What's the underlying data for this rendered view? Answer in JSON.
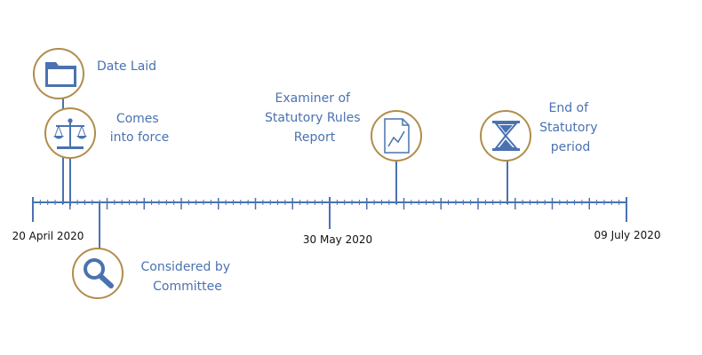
{
  "colors": {
    "axis": "#4a72b0",
    "label": "#4a72b0",
    "circle_border": "#b08d4a",
    "date_text": "#111111"
  },
  "axis": {
    "start_label": "20 April 2020",
    "mid_label": "30 May 2020",
    "end_label": "09 July 2020"
  },
  "events": {
    "date_laid": {
      "label": "Date Laid",
      "icon": "folder-icon"
    },
    "comes_into_force": {
      "label_lines": [
        "Comes",
        "into force"
      ],
      "icon": "scales-icon"
    },
    "considered": {
      "label_lines": [
        "Considered by",
        "Committee"
      ],
      "icon": "magnifier-icon"
    },
    "examiner": {
      "label_lines": [
        "Examiner of",
        "Statutory Rules",
        "Report"
      ],
      "icon": "report-icon"
    },
    "end_period": {
      "label_lines": [
        "End of",
        "Statutory",
        "period"
      ],
      "icon": "hourglass-icon"
    }
  }
}
